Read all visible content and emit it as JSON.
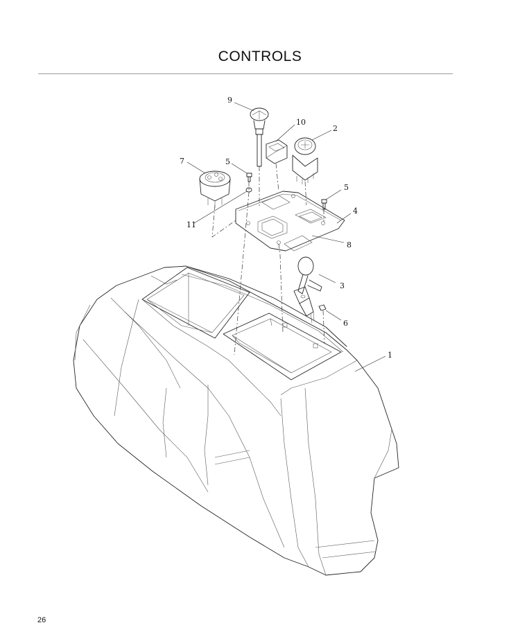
{
  "header": {
    "title": "CONTROLS"
  },
  "callouts": {
    "c1": "1",
    "c2": "2",
    "c3": "3",
    "c4": "4",
    "c5a": "5",
    "c5b": "5",
    "c6": "6",
    "c7": "7",
    "c8": "8",
    "c9": "9",
    "c10": "10",
    "c11": "11"
  },
  "footer": {
    "page_number": "26"
  }
}
